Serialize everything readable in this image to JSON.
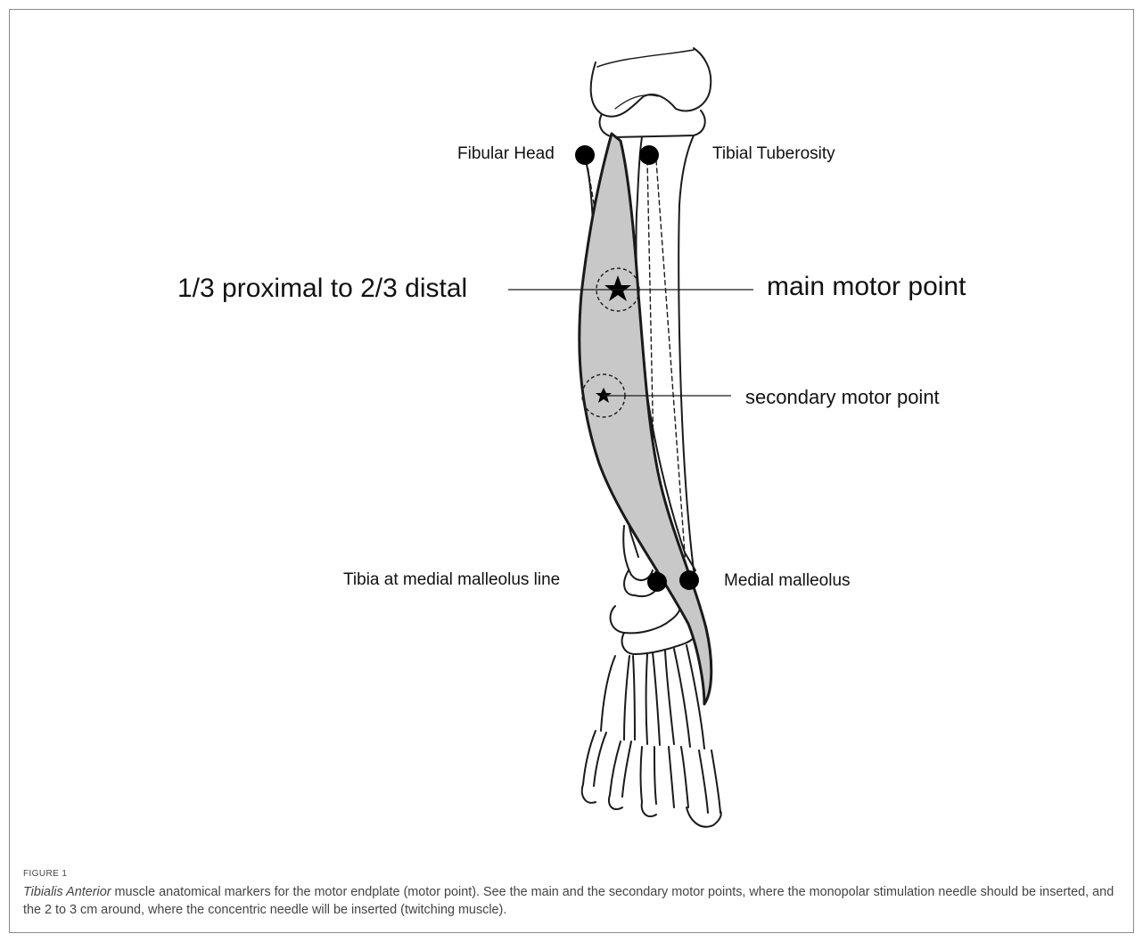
{
  "figure": {
    "labels": {
      "fibular_head": "Fibular Head",
      "tibial_tuberosity": "Tibial Tuberosity",
      "proximal_distal": "1/3 proximal to 2/3 distal",
      "main_motor_point": "main motor point",
      "secondary_motor_point": "secondary motor point",
      "tibia_medial_malleolus_line": "Tibia at medial malleolus line",
      "medial_malleolus": "Medial malleolus"
    },
    "colors": {
      "muscle_fill": "#c8c8c8",
      "outline": "#1a1a1a",
      "marker": "#000000"
    }
  },
  "caption": {
    "figure_number": "FIGURE 1",
    "muscle_name": "Tibialis Anterior",
    "text": " muscle anatomical markers for the motor endplate (motor point). See the main and the secondary motor points, where the monopolar stimulation needle should be inserted, and the 2 to 3 cm around, where the concentric needle will be inserted (twitching muscle)."
  }
}
